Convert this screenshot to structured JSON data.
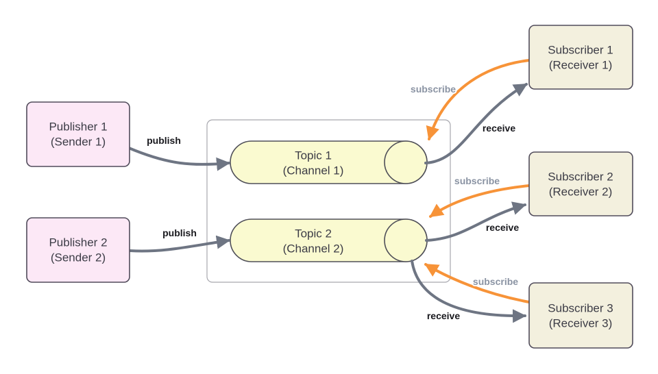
{
  "canvas": {
    "background": "#ffffff"
  },
  "nodes": {
    "publisher1": {
      "line1": "Publisher 1",
      "line2": "(Sender 1)"
    },
    "publisher2": {
      "line1": "Publisher 2",
      "line2": "(Sender 2)"
    },
    "topic1": {
      "line1": "Topic 1",
      "line2": "(Channel 1)"
    },
    "topic2": {
      "line1": "Topic 2",
      "line2": "(Channel 2)"
    },
    "subscriber1": {
      "line1": "Subscriber 1",
      "line2": "(Receiver 1)"
    },
    "subscriber2": {
      "line1": "Subscriber 2",
      "line2": "(Receiver 2)"
    },
    "subscriber3": {
      "line1": "Subscriber 3",
      "line2": "(Receiver 3)"
    }
  },
  "edges": {
    "publish1": {
      "label": "publish"
    },
    "publish2": {
      "label": "publish"
    },
    "subscribe1": {
      "label": "subscribe"
    },
    "subscribe2": {
      "label": "subscribe"
    },
    "subscribe3": {
      "label": "subscribe"
    },
    "receive1": {
      "label": "receive"
    },
    "receive2": {
      "label": "receive"
    },
    "receive3": {
      "label": "receive"
    }
  },
  "colors": {
    "publisher_fill": "#fce8f6",
    "topic_fill": "#fafad0",
    "subscriber_fill": "#f3f0de",
    "node_stroke": "#504b5a",
    "container_stroke": "#a6a6ad",
    "gray_edge": "#6e7583",
    "orange_edge": "#f79338",
    "edge_label_dark": "#18181d",
    "edge_label_muted": "#8a93a3"
  }
}
